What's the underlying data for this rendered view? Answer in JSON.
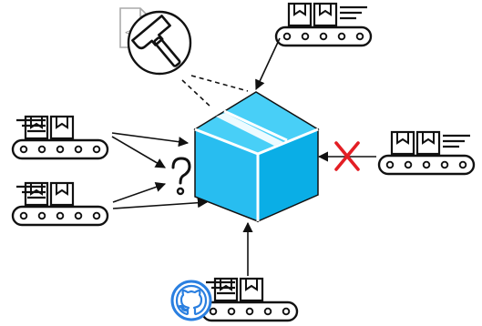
{
  "diagram": {
    "palette": {
      "box_front": "#28bdf0",
      "box_side": "#0aaee6",
      "box_top": "#48cff7",
      "box_line": "#ffffff",
      "outline": "#111111",
      "reject_mark": "#e31e24",
      "question_mark": "#111111",
      "github_badge": "#2a7fe0",
      "doc_stroke": "#bbbbbb"
    },
    "nodes": [
      {
        "id": "central-package",
        "icon": "package-box-icon"
      },
      {
        "id": "build-tool",
        "icon": "document-code-and-hammer-icon"
      },
      {
        "id": "conveyor-top-right",
        "icon": "conveyor-belt-icon"
      },
      {
        "id": "conveyor-upper-left",
        "icon": "conveyor-belt-icon"
      },
      {
        "id": "conveyor-lower-left",
        "icon": "conveyor-belt-icon"
      },
      {
        "id": "conveyor-right",
        "icon": "conveyor-belt-icon"
      },
      {
        "id": "conveyor-bottom",
        "icon": "conveyor-belt-icon"
      },
      {
        "id": "github-source",
        "icon": "github-icon"
      },
      {
        "id": "unknown-origin",
        "icon": "question-mark-icon"
      },
      {
        "id": "rejected-input",
        "icon": "red-x-icon"
      }
    ],
    "edges": [
      {
        "from": "build-tool",
        "to": "central-package",
        "style": "dashed"
      },
      {
        "from": "conveyor-top-right",
        "to": "central-package",
        "style": "solid"
      },
      {
        "from": "conveyor-upper-left",
        "to": "central-package",
        "style": "solid"
      },
      {
        "from": "conveyor-upper-left",
        "to": "unknown-origin",
        "style": "solid"
      },
      {
        "from": "conveyor-lower-left",
        "to": "unknown-origin",
        "style": "solid"
      },
      {
        "from": "conveyor-lower-left",
        "to": "central-package",
        "style": "solid"
      },
      {
        "from": "conveyor-right",
        "to": "central-package",
        "style": "solid",
        "blocked": true
      },
      {
        "from": "conveyor-bottom",
        "to": "central-package",
        "style": "solid"
      }
    ]
  }
}
